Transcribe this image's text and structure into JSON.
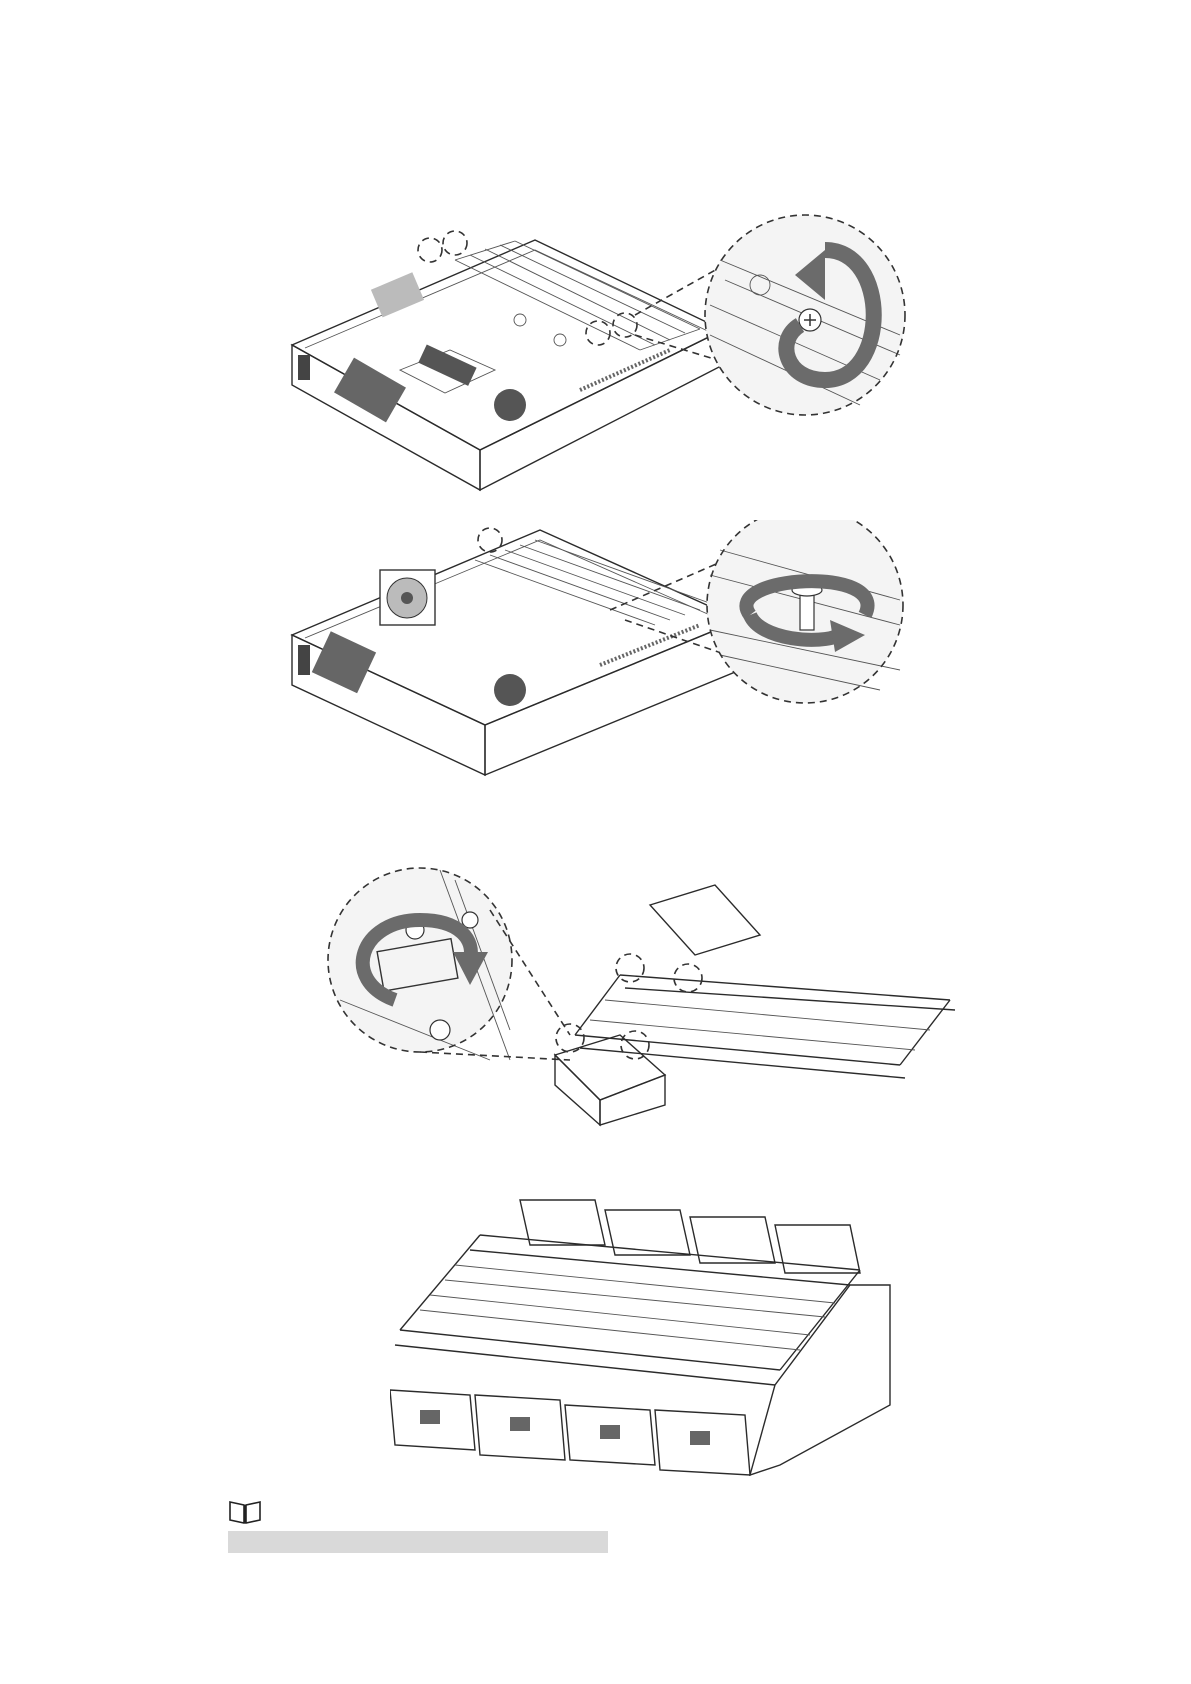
{
  "page": {
    "figures": [
      {
        "id": "fig-1",
        "icon": "counter-clockwise-arrow-icon"
      },
      {
        "id": "fig-2",
        "icon": "horizontal-rotation-arrow-icon"
      },
      {
        "id": "fig-3",
        "icon": "counter-clockwise-arrow-icon"
      },
      {
        "id": "fig-4"
      }
    ],
    "note": {
      "icon": "note-book-icon",
      "text": ""
    }
  }
}
